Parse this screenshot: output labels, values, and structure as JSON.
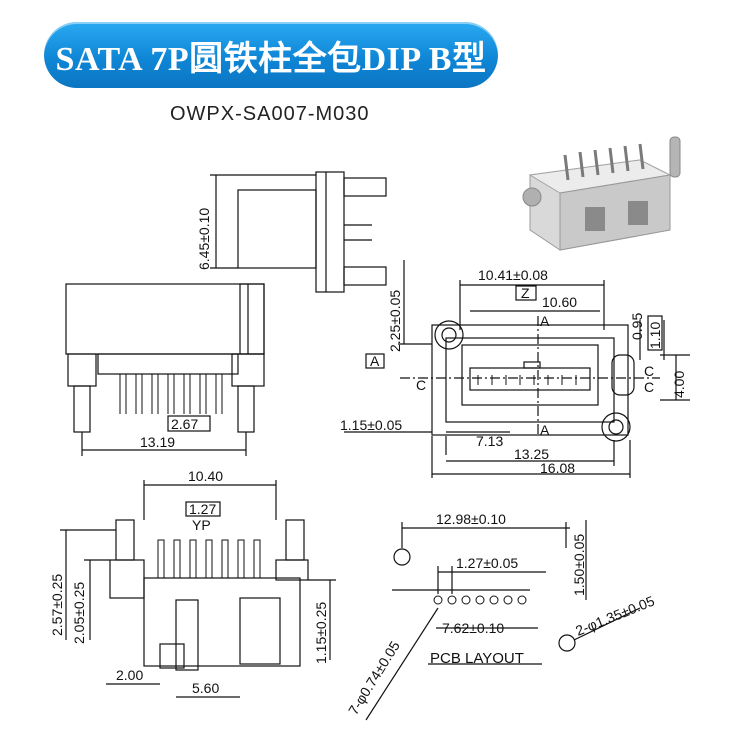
{
  "title": "SATA 7P圆铁柱全包DIP B型",
  "part_number": "OWPX-SA007-M030",
  "dimensions": {
    "d_6_45": "6.45±0.10",
    "d_2_67": "2.67",
    "d_13_19": "13.19",
    "d_2_25": "2.25±0.05",
    "d_10_41": "10.41±0.08",
    "datum_z": "Z",
    "d_10_60": "10.60",
    "datum_a": "A",
    "d_0_95": "0.95",
    "d_1_10": "1.10",
    "datum_c": "C",
    "d_4_00": "4.00",
    "d_1_15a": "1.15±0.05",
    "d_7_13": "7.13",
    "d_13_25": "13.25",
    "d_16_08": "16.08",
    "d_10_40": "10.40",
    "d_1_27a": "1.27",
    "datum_yp": "YP",
    "d_2_57": "2.57±0.25",
    "d_2_05": "2.05±0.25",
    "d_1_15b": "1.15±0.25",
    "d_2_00": "2.00",
    "d_5_60": "5.60",
    "d_12_98": "12.98±0.10",
    "d_1_50": "1.50±0.05",
    "d_1_27b": "1.27±0.05",
    "d_7_62": "7.62±0.10",
    "d_2_hole": "2-φ1.35±0.05",
    "d_7_hole": "7-φ0.74±0.05",
    "pcb_layout": "PCB LAYOUT"
  },
  "colors": {
    "title_blue": "#1290dc",
    "line": "#111111",
    "background": "#ffffff"
  }
}
